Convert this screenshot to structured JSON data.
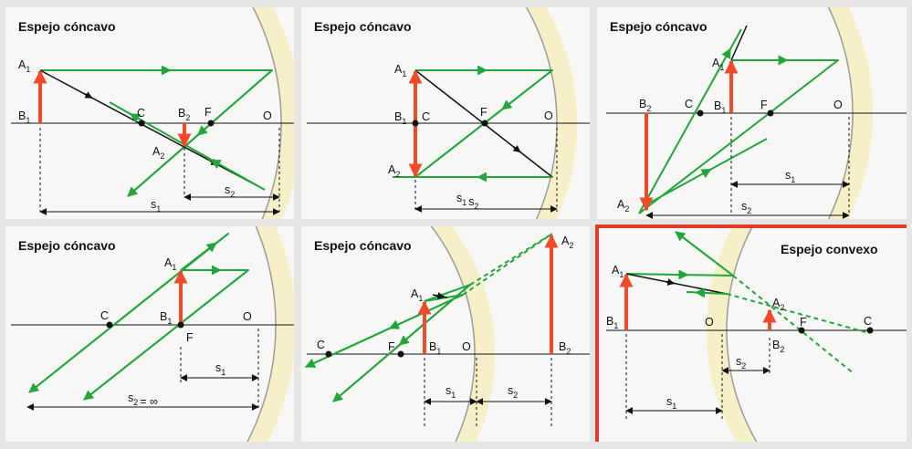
{
  "colors": {
    "background": "#e6e6e4",
    "panel": "#f7f7f6",
    "ray": "#22a53a",
    "object": "#ef4b2b",
    "mirror_fill": "#f6f0c8",
    "mirror_edge": "#9a9a9a",
    "highlight_border": "#e8382b",
    "axis": "#111111"
  },
  "panels": [
    {
      "title": "Espejo cóncavo",
      "points": {
        "A": [
          "A",
          "1"
        ],
        "B": [
          "B",
          "1"
        ],
        "C": [
          "C",
          ""
        ],
        "B2": [
          "B",
          "2"
        ],
        "F": [
          "F",
          ""
        ],
        "O": [
          "O",
          ""
        ],
        "A2": [
          "A",
          "2"
        ]
      },
      "dims": {
        "s1": [
          "s",
          "1"
        ],
        "s2": [
          "s",
          "2"
        ]
      }
    },
    {
      "title": "Espejo cóncavo",
      "points": {
        "A": [
          "A",
          "1"
        ],
        "BC": [
          "B",
          "1"
        ],
        "C": [
          "C",
          ""
        ],
        "F": [
          "F",
          ""
        ],
        "O": [
          "O",
          ""
        ],
        "A2": [
          "A",
          "2"
        ]
      },
      "dims": {
        "s": [
          "s",
          "1",
          "s",
          "2"
        ]
      }
    },
    {
      "title": "Espejo cóncavo",
      "points": {
        "A": [
          "A",
          "1"
        ],
        "B2": [
          "B",
          "2"
        ],
        "C": [
          "C",
          ""
        ],
        "B": [
          "B",
          "1"
        ],
        "F": [
          "F",
          ""
        ],
        "O": [
          "O",
          ""
        ],
        "A2": [
          "A",
          "2"
        ]
      },
      "dims": {
        "s1": [
          "s",
          "1"
        ],
        "s2": [
          "s",
          "2"
        ]
      }
    },
    {
      "title": "Espejo cóncavo",
      "points": {
        "A": [
          "A",
          "1"
        ],
        "C": [
          "C",
          ""
        ],
        "B": [
          "B",
          "1"
        ],
        "O": [
          "O",
          ""
        ],
        "F": [
          "F",
          ""
        ]
      },
      "dims": {
        "s1": [
          "s",
          "1"
        ],
        "s2": [
          "s",
          "2",
          "= ∞"
        ]
      }
    },
    {
      "title": "Espejo cóncavo",
      "points": {
        "A2": [
          "A",
          "2"
        ],
        "A": [
          "A",
          "1"
        ],
        "C": [
          "C",
          ""
        ],
        "F": [
          "F",
          ""
        ],
        "B": [
          "B",
          "1"
        ],
        "O": [
          "O",
          ""
        ],
        "B2": [
          "B",
          "2"
        ]
      },
      "dims": {
        "s1": [
          "s",
          "1"
        ],
        "s2": [
          "s",
          "2"
        ]
      }
    },
    {
      "title": "Espejo convexo",
      "points": {
        "A": [
          "A",
          "1"
        ],
        "A2": [
          "A",
          "2"
        ],
        "B": [
          "B",
          "1"
        ],
        "O": [
          "O",
          ""
        ],
        "F": [
          "F",
          ""
        ],
        "C": [
          "C",
          ""
        ],
        "B2": [
          "B",
          "2"
        ]
      },
      "dims": {
        "s2": [
          "s",
          "2"
        ],
        "s1": [
          "s",
          "1"
        ]
      }
    }
  ]
}
